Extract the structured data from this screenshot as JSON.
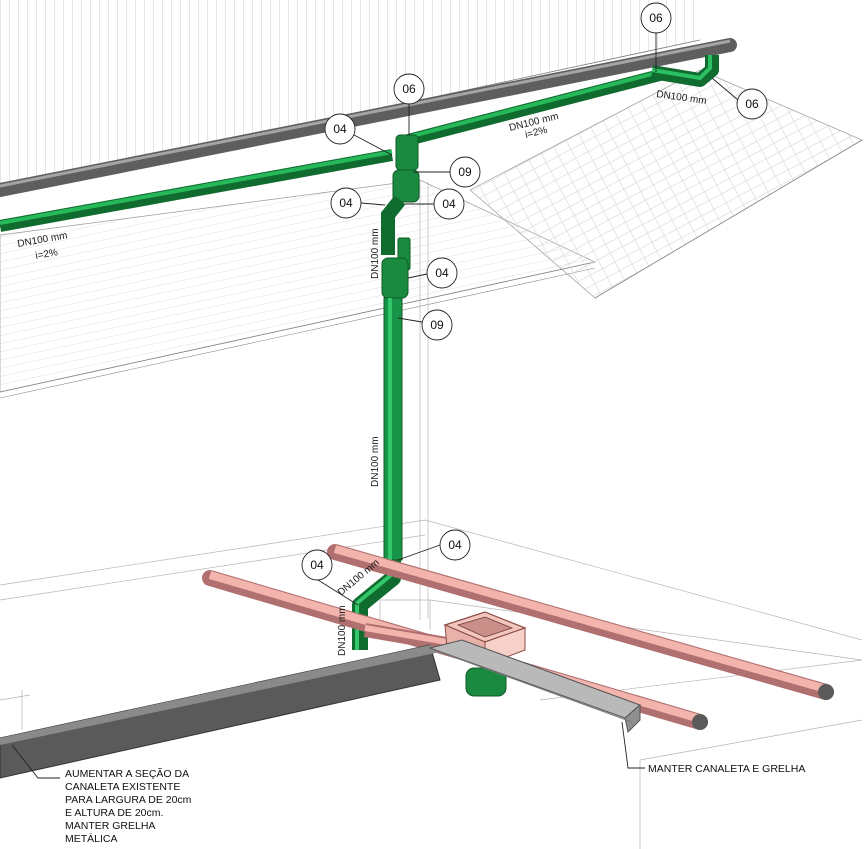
{
  "colors": {
    "drain_pipe": "#1e9e4a",
    "drain_pipe_dark": "#0f6b2e",
    "gutter_pipe": "#6a6a6a",
    "pink_pipe": "#f0a6a0",
    "grate": "#f2c6bf"
  },
  "pipe_labels": {
    "top_left_dn": "DN100 mm",
    "top_left_slope": "i=2%",
    "top_right_dn": "DN100 mm",
    "top_right_slope": "i=2%",
    "top_corner_dn": "DN100 mm",
    "vertical_upper_dn": "DN100 mm",
    "vertical_main_dn": "DN100 mm",
    "bottom_diag_dn": "DN100 mm",
    "bottom_vert_dn": "DN100 mm"
  },
  "callouts": {
    "c06_top": "06",
    "c06_right": "06",
    "c06_mid": "06",
    "c04_a": "04",
    "c09_a": "09",
    "c04_b": "04",
    "c04_c": "04",
    "c04_d": "04",
    "c09_b": "09",
    "c04_e": "04",
    "c04_f": "04"
  },
  "notes": {
    "left_line1": "AUMENTAR A SEÇÃO DA",
    "left_line2": "CANALETA EXISTENTE",
    "left_line3": "PARA LARGURA DE 20cm",
    "left_line4": "E ALTURA DE 20cm.",
    "left_line5": "MANTER GRELHA",
    "left_line6": "METÁLICA",
    "right": "MANTER  CANALETA E GRELHA"
  }
}
